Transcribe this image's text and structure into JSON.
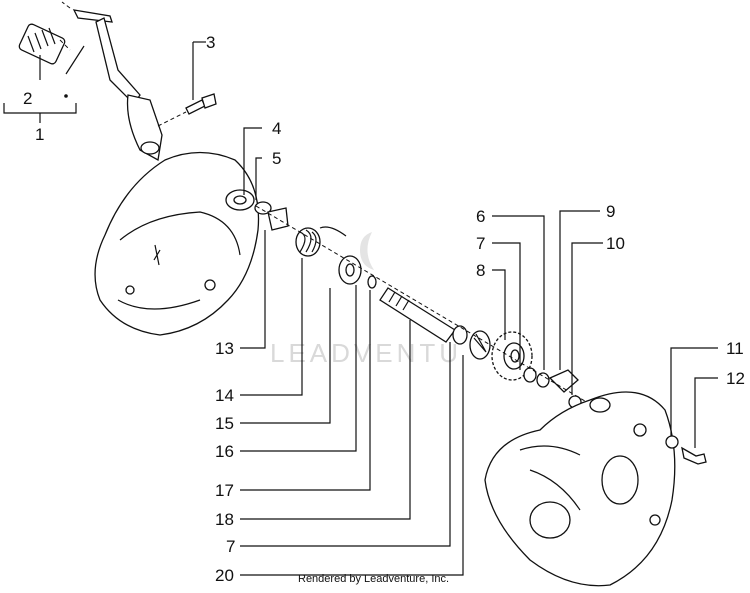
{
  "callouts": {
    "c1": "1",
    "c2": "2",
    "c3": "3",
    "c4": "4",
    "c5": "5",
    "c6": "6",
    "c7a": "7",
    "c8": "8",
    "c9": "9",
    "c10": "10",
    "c11": "11",
    "c12": "12",
    "c13": "13",
    "c14": "14",
    "c15": "15",
    "c16": "16",
    "c17": "17",
    "c18": "18",
    "c7b": "7",
    "c20": "20"
  },
  "credit": "Rendered by Leadventure, Inc.",
  "watermark": "LEADVENTU"
}
